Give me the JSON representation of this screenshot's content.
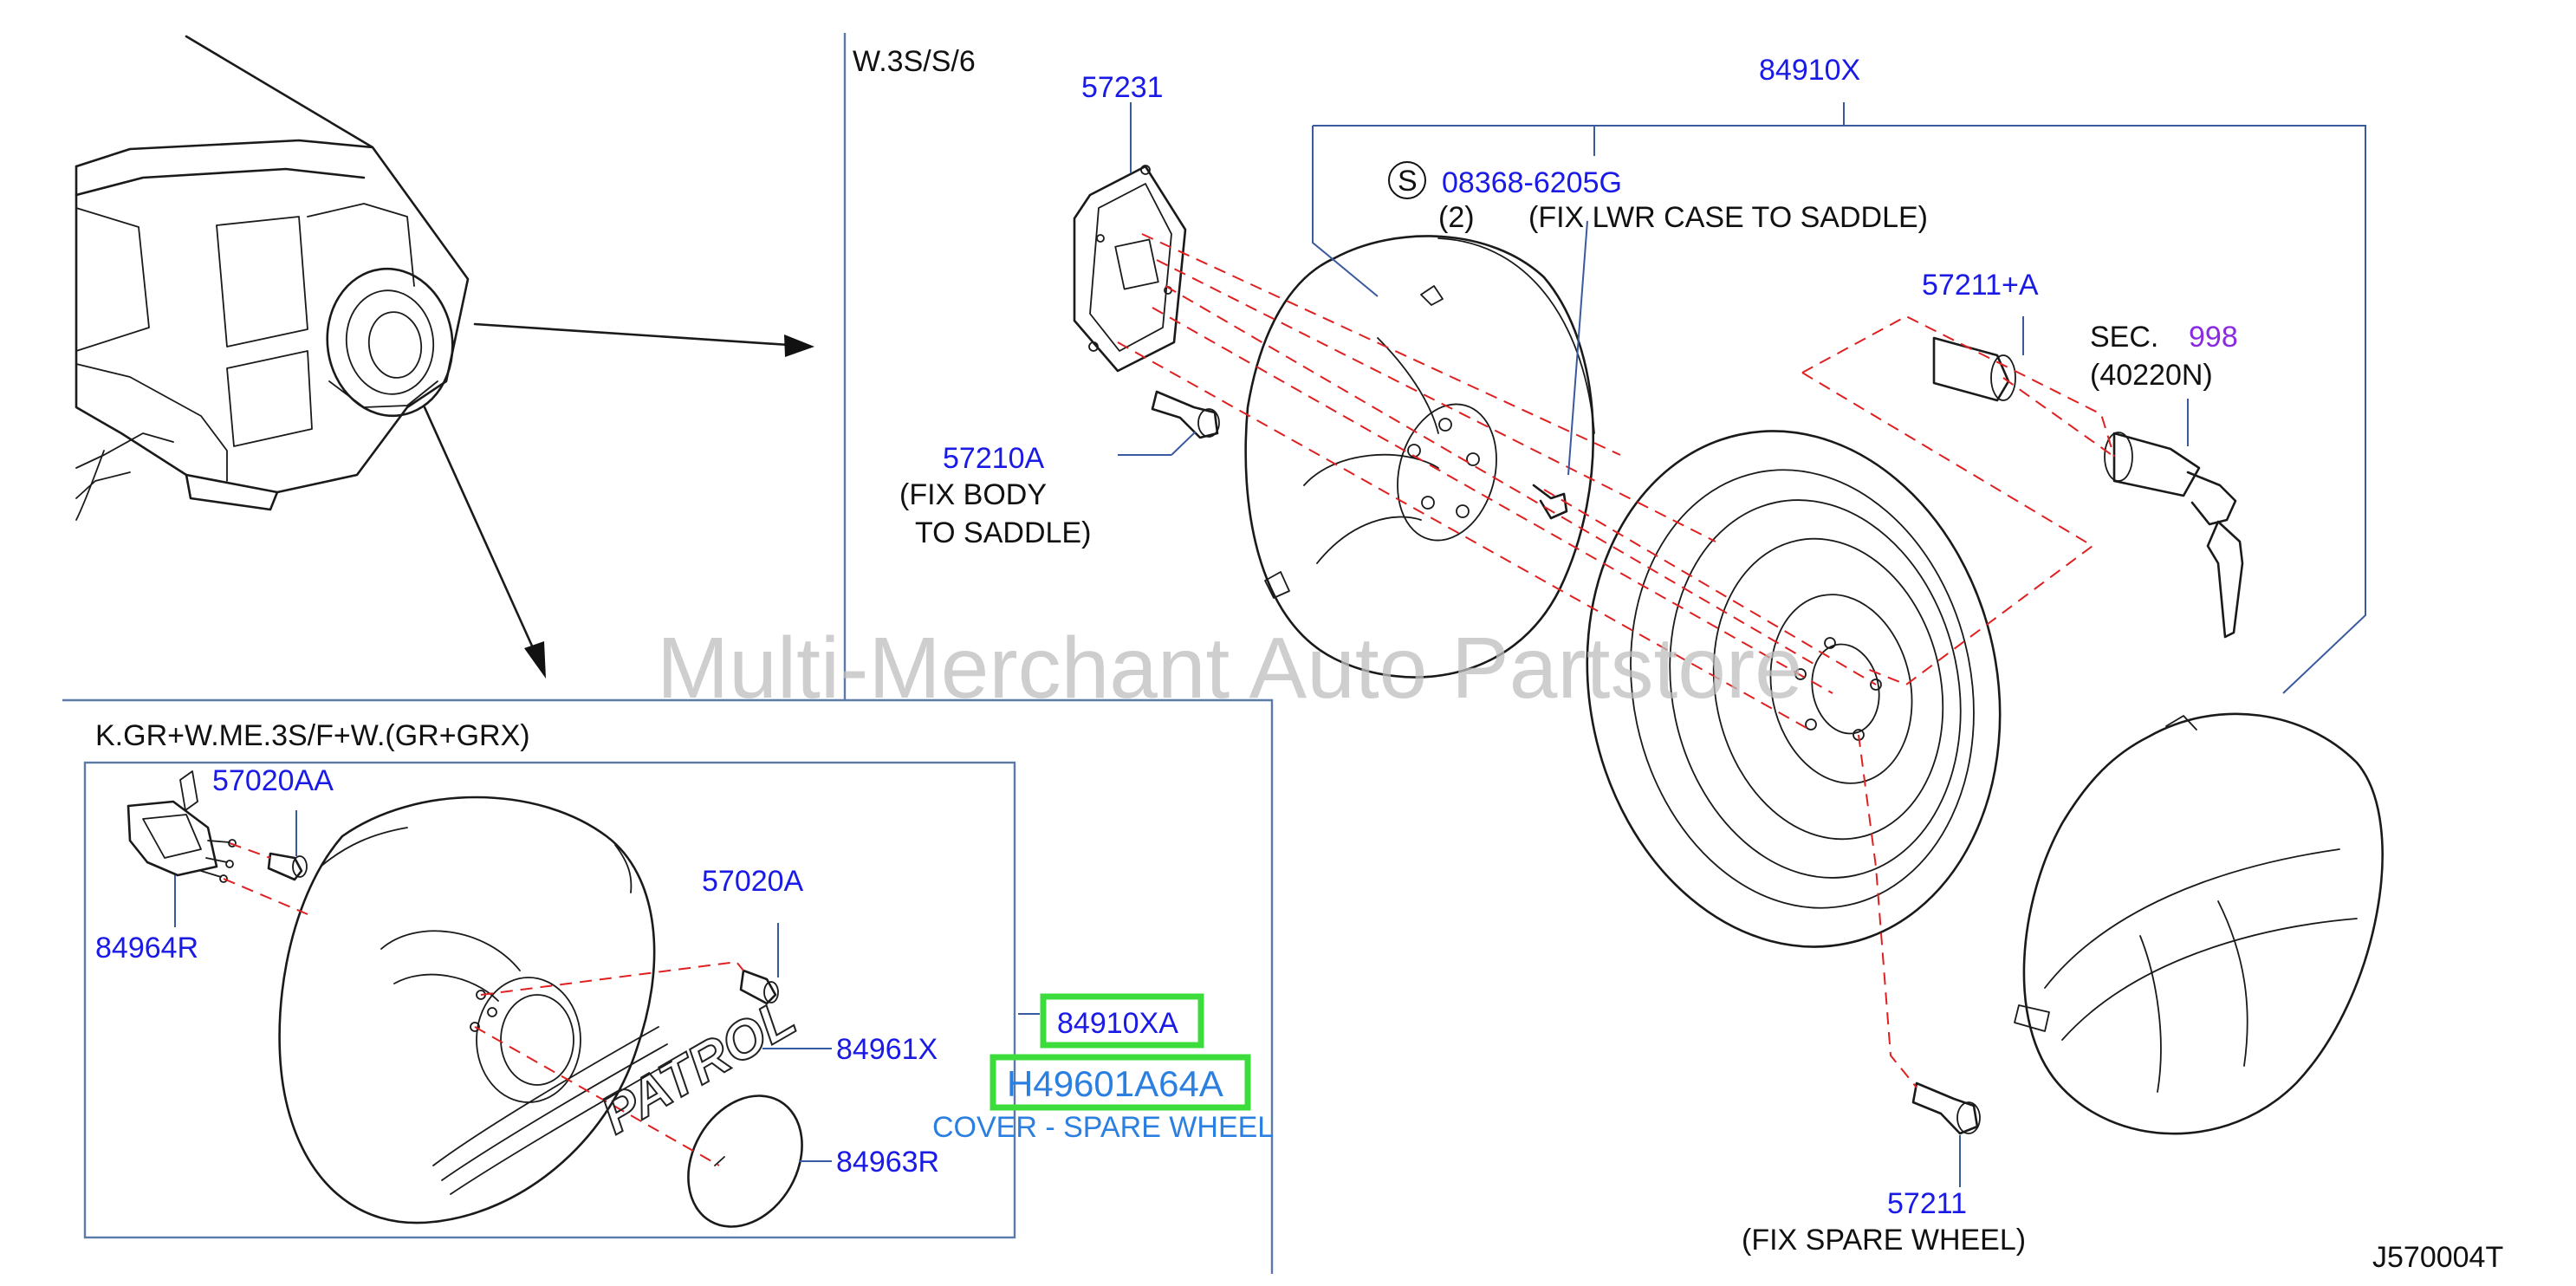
{
  "variants": {
    "main": "W.3S/S/6",
    "inset": "K.GR+W.ME.3S/F+W.(GR+GRX)"
  },
  "parts": {
    "p57231": "57231",
    "p84910X": "84910X",
    "p08368": "08368-6205G",
    "s_marker": "S",
    "qty2": "(2)",
    "note_fix_lwr": "(FIX   LWR   CASE   TO   SADDLE)",
    "p57211A": "57211+A",
    "sec_label": "SEC.",
    "sec_number": "998",
    "sec_part": "(40220N)",
    "p57210A": "57210A",
    "note_fix_body_1": "(FIX    BODY",
    "note_fix_body_2": "TO   SADDLE)",
    "p57211": "57211",
    "note_fix_spare": "(FIX   SPARE   WHEEL)",
    "p57020AA": "57020AA",
    "p84964R": "84964R",
    "p57020A": "57020A",
    "p84910XA": "84910XA",
    "p84961X": "84961X",
    "pH49601": "H49601A64A",
    "cover_desc": "COVER - SPARE WHEEL",
    "p84963R": "84963R",
    "patrol": "PATROL",
    "diagram_code": "J570004T"
  },
  "watermark": "Multi-Merchant Auto Partstore",
  "colors": {
    "part_number": "#1a1ae6",
    "highlight_border": "#3ddc3d",
    "cover_text": "#2a7fe0",
    "sec_number": "#8a2be2",
    "dashed_lines": "#e02020",
    "frame_lines": "#5b7aa8",
    "watermark": "#c8c8c8"
  }
}
